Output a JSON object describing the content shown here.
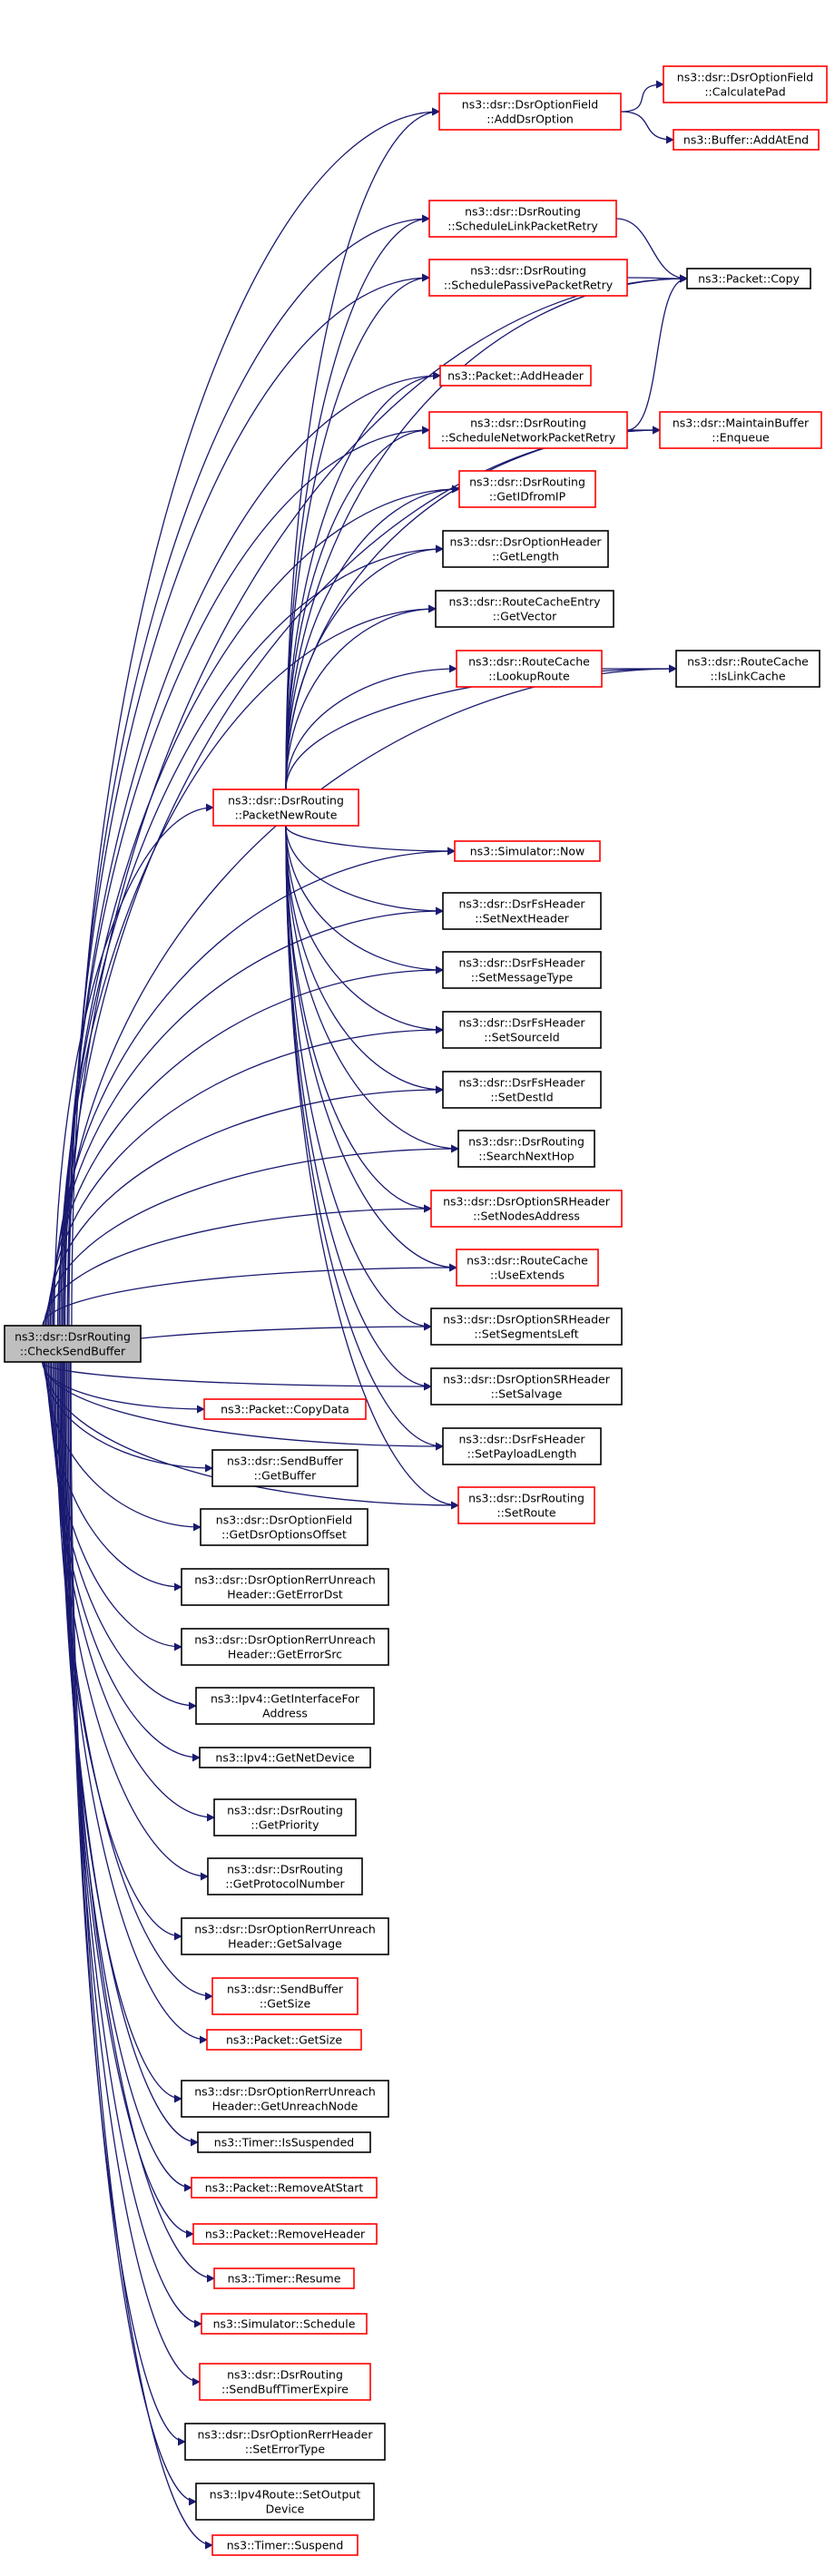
{
  "colors": {
    "edge": "#191970",
    "red_border": "#ff0000",
    "black_border": "#000000",
    "root_fill": "#bfbfbf",
    "node_fill": "#ffffff"
  },
  "nodes": [
    {
      "id": "root",
      "lines": [
        "ns3::dsr::DsrRouting",
        "::CheckSendBuffer"
      ],
      "style": "root"
    },
    {
      "id": "addDsrOption",
      "lines": [
        "ns3::dsr::DsrOptionField",
        "::AddDsrOption"
      ],
      "style": "red"
    },
    {
      "id": "calculatePad",
      "lines": [
        "ns3::dsr::DsrOptionField",
        "::CalculatePad"
      ],
      "style": "red"
    },
    {
      "id": "addAtEnd",
      "lines": [
        "ns3::Buffer::AddAtEnd"
      ],
      "style": "red"
    },
    {
      "id": "scheduleLink",
      "lines": [
        "ns3::dsr::DsrRouting",
        "::ScheduleLinkPacketRetry"
      ],
      "style": "red"
    },
    {
      "id": "schedulePassive",
      "lines": [
        "ns3::dsr::DsrRouting",
        "::SchedulePassivePacketRetry"
      ],
      "style": "red"
    },
    {
      "id": "packetCopy",
      "lines": [
        "ns3::Packet::Copy"
      ],
      "style": "black"
    },
    {
      "id": "addHeader",
      "lines": [
        "ns3::Packet::AddHeader"
      ],
      "style": "red"
    },
    {
      "id": "scheduleNetwork",
      "lines": [
        "ns3::dsr::DsrRouting",
        "::ScheduleNetworkPacketRetry"
      ],
      "style": "red"
    },
    {
      "id": "enqueue",
      "lines": [
        "ns3::dsr::MaintainBuffer",
        "::Enqueue"
      ],
      "style": "red"
    },
    {
      "id": "getIDfromIP",
      "lines": [
        "ns3::dsr::DsrRouting",
        "::GetIDfromIP"
      ],
      "style": "red"
    },
    {
      "id": "getLength",
      "lines": [
        "ns3::dsr::DsrOptionHeader",
        "::GetLength"
      ],
      "style": "black"
    },
    {
      "id": "getVector",
      "lines": [
        "ns3::dsr::RouteCacheEntry",
        "::GetVector"
      ],
      "style": "black"
    },
    {
      "id": "lookupRoute",
      "lines": [
        "ns3::dsr::RouteCache",
        "::LookupRoute"
      ],
      "style": "red"
    },
    {
      "id": "isLinkCache",
      "lines": [
        "ns3::dsr::RouteCache",
        "::IsLinkCache"
      ],
      "style": "black"
    },
    {
      "id": "packetNewRoute",
      "lines": [
        "ns3::dsr::DsrRouting",
        "::PacketNewRoute"
      ],
      "style": "red"
    },
    {
      "id": "simNow",
      "lines": [
        "ns3::Simulator::Now"
      ],
      "style": "red"
    },
    {
      "id": "setNextHeader",
      "lines": [
        "ns3::dsr::DsrFsHeader",
        "::SetNextHeader"
      ],
      "style": "black"
    },
    {
      "id": "setMessageType",
      "lines": [
        "ns3::dsr::DsrFsHeader",
        "::SetMessageType"
      ],
      "style": "black"
    },
    {
      "id": "setSourceId",
      "lines": [
        "ns3::dsr::DsrFsHeader",
        "::SetSourceId"
      ],
      "style": "black"
    },
    {
      "id": "setDestId",
      "lines": [
        "ns3::dsr::DsrFsHeader",
        "::SetDestId"
      ],
      "style": "black"
    },
    {
      "id": "searchNextHop",
      "lines": [
        "ns3::dsr::DsrRouting",
        "::SearchNextHop"
      ],
      "style": "black"
    },
    {
      "id": "setNodesAddress",
      "lines": [
        "ns3::dsr::DsrOptionSRHeader",
        "::SetNodesAddress"
      ],
      "style": "red"
    },
    {
      "id": "useExtends",
      "lines": [
        "ns3::dsr::RouteCache",
        "::UseExtends"
      ],
      "style": "red"
    },
    {
      "id": "setSegmentsLeft",
      "lines": [
        "ns3::dsr::DsrOptionSRHeader",
        "::SetSegmentsLeft"
      ],
      "style": "black"
    },
    {
      "id": "setSalvage",
      "lines": [
        "ns3::dsr::DsrOptionSRHeader",
        "::SetSalvage"
      ],
      "style": "black"
    },
    {
      "id": "setPayloadLength",
      "lines": [
        "ns3::dsr::DsrFsHeader",
        "::SetPayloadLength"
      ],
      "style": "black"
    },
    {
      "id": "setRoute",
      "lines": [
        "ns3::dsr::DsrRouting",
        "::SetRoute"
      ],
      "style": "red"
    },
    {
      "id": "copyData",
      "lines": [
        "ns3::Packet::CopyData"
      ],
      "style": "red"
    },
    {
      "id": "getBuffer",
      "lines": [
        "ns3::dsr::SendBuffer",
        "::GetBuffer"
      ],
      "style": "black"
    },
    {
      "id": "getDsrOptionsOffset",
      "lines": [
        "ns3::dsr::DsrOptionField",
        "::GetDsrOptionsOffset"
      ],
      "style": "black"
    },
    {
      "id": "getErrorDst",
      "lines": [
        "ns3::dsr::DsrOptionRerrUnreach",
        "Header::GetErrorDst"
      ],
      "style": "black"
    },
    {
      "id": "getErrorSrc",
      "lines": [
        "ns3::dsr::DsrOptionRerrUnreach",
        "Header::GetErrorSrc"
      ],
      "style": "black"
    },
    {
      "id": "getInterfaceFor",
      "lines": [
        "ns3::Ipv4::GetInterfaceFor",
        "Address"
      ],
      "style": "black"
    },
    {
      "id": "getNetDevice",
      "lines": [
        "ns3::Ipv4::GetNetDevice"
      ],
      "style": "black"
    },
    {
      "id": "getPriority",
      "lines": [
        "ns3::dsr::DsrRouting",
        "::GetPriority"
      ],
      "style": "black"
    },
    {
      "id": "getProtocolNumber",
      "lines": [
        "ns3::dsr::DsrRouting",
        "::GetProtocolNumber"
      ],
      "style": "black"
    },
    {
      "id": "getSalvageRerr",
      "lines": [
        "ns3::dsr::DsrOptionRerrUnreach",
        "Header::GetSalvage"
      ],
      "style": "black"
    },
    {
      "id": "sendBufferGetSize",
      "lines": [
        "ns3::dsr::SendBuffer",
        "::GetSize"
      ],
      "style": "red"
    },
    {
      "id": "packetGetSize",
      "lines": [
        "ns3::Packet::GetSize"
      ],
      "style": "red"
    },
    {
      "id": "getUnreachNode",
      "lines": [
        "ns3::dsr::DsrOptionRerrUnreach",
        "Header::GetUnreachNode"
      ],
      "style": "black"
    },
    {
      "id": "isSuspended",
      "lines": [
        "ns3::Timer::IsSuspended"
      ],
      "style": "black"
    },
    {
      "id": "removeAtStart",
      "lines": [
        "ns3::Packet::RemoveAtStart"
      ],
      "style": "red"
    },
    {
      "id": "removeHeader",
      "lines": [
        "ns3::Packet::RemoveHeader"
      ],
      "style": "red"
    },
    {
      "id": "timerResume",
      "lines": [
        "ns3::Timer::Resume"
      ],
      "style": "red"
    },
    {
      "id": "simSchedule",
      "lines": [
        "ns3::Simulator::Schedule"
      ],
      "style": "red"
    },
    {
      "id": "sendBuffTimerExpire",
      "lines": [
        "ns3::dsr::DsrRouting",
        "::SendBuffTimerExpire"
      ],
      "style": "red"
    },
    {
      "id": "setErrorType",
      "lines": [
        "ns3::dsr::DsrOptionRerrHeader",
        "::SetErrorType"
      ],
      "style": "black"
    },
    {
      "id": "setOutputDevice",
      "lines": [
        "ns3::Ipv4Route::SetOutput",
        "Device"
      ],
      "style": "black"
    },
    {
      "id": "timerSuspend",
      "lines": [
        "ns3::Timer::Suspend"
      ],
      "style": "red"
    }
  ],
  "edges": [
    [
      "root",
      "addDsrOption"
    ],
    [
      "root",
      "packetCopy"
    ],
    [
      "root",
      "enqueue"
    ],
    [
      "root",
      "scheduleLink"
    ],
    [
      "root",
      "schedulePassive"
    ],
    [
      "root",
      "isLinkCache"
    ],
    [
      "root",
      "addHeader"
    ],
    [
      "root",
      "scheduleNetwork"
    ],
    [
      "root",
      "getIDfromIP"
    ],
    [
      "root",
      "getLength"
    ],
    [
      "root",
      "getVector"
    ],
    [
      "root",
      "packetNewRoute"
    ],
    [
      "root",
      "simNow"
    ],
    [
      "root",
      "setNextHeader"
    ],
    [
      "root",
      "setMessageType"
    ],
    [
      "root",
      "setSourceId"
    ],
    [
      "root",
      "setDestId"
    ],
    [
      "root",
      "searchNextHop"
    ],
    [
      "root",
      "setNodesAddress"
    ],
    [
      "root",
      "useExtends"
    ],
    [
      "root",
      "setSegmentsLeft"
    ],
    [
      "root",
      "setSalvage"
    ],
    [
      "root",
      "setPayloadLength"
    ],
    [
      "root",
      "setRoute"
    ],
    [
      "root",
      "copyData"
    ],
    [
      "root",
      "getBuffer"
    ],
    [
      "root",
      "getDsrOptionsOffset"
    ],
    [
      "root",
      "getErrorDst"
    ],
    [
      "root",
      "getErrorSrc"
    ],
    [
      "root",
      "getInterfaceFor"
    ],
    [
      "root",
      "getNetDevice"
    ],
    [
      "root",
      "getPriority"
    ],
    [
      "root",
      "getProtocolNumber"
    ],
    [
      "root",
      "getSalvageRerr"
    ],
    [
      "root",
      "sendBufferGetSize"
    ],
    [
      "root",
      "packetGetSize"
    ],
    [
      "root",
      "getUnreachNode"
    ],
    [
      "root",
      "isSuspended"
    ],
    [
      "root",
      "removeAtStart"
    ],
    [
      "root",
      "removeHeader"
    ],
    [
      "root",
      "timerResume"
    ],
    [
      "root",
      "simSchedule"
    ],
    [
      "root",
      "sendBuffTimerExpire"
    ],
    [
      "root",
      "setErrorType"
    ],
    [
      "root",
      "setOutputDevice"
    ],
    [
      "root",
      "timerSuspend"
    ],
    [
      "addDsrOption",
      "calculatePad"
    ],
    [
      "addDsrOption",
      "addAtEnd"
    ],
    [
      "scheduleLink",
      "packetCopy"
    ],
    [
      "schedulePassive",
      "packetCopy"
    ],
    [
      "scheduleNetwork",
      "packetCopy"
    ],
    [
      "scheduleNetwork",
      "enqueue"
    ],
    [
      "lookupRoute",
      "isLinkCache"
    ],
    [
      "packetNewRoute",
      "addDsrOption"
    ],
    [
      "packetNewRoute",
      "scheduleLink"
    ],
    [
      "packetNewRoute",
      "schedulePassive"
    ],
    [
      "packetNewRoute",
      "addHeader"
    ],
    [
      "packetNewRoute",
      "scheduleNetwork"
    ],
    [
      "packetNewRoute",
      "getIDfromIP"
    ],
    [
      "packetNewRoute",
      "getLength"
    ],
    [
      "packetNewRoute",
      "getVector"
    ],
    [
      "packetNewRoute",
      "lookupRoute"
    ],
    [
      "packetNewRoute",
      "packetCopy"
    ],
    [
      "packetNewRoute",
      "enqueue"
    ],
    [
      "packetNewRoute",
      "isLinkCache"
    ],
    [
      "packetNewRoute",
      "simNow"
    ],
    [
      "packetNewRoute",
      "setNextHeader"
    ],
    [
      "packetNewRoute",
      "setMessageType"
    ],
    [
      "packetNewRoute",
      "setSourceId"
    ],
    [
      "packetNewRoute",
      "setDestId"
    ],
    [
      "packetNewRoute",
      "searchNextHop"
    ],
    [
      "packetNewRoute",
      "setNodesAddress"
    ],
    [
      "packetNewRoute",
      "useExtends"
    ],
    [
      "packetNewRoute",
      "setSegmentsLeft"
    ],
    [
      "packetNewRoute",
      "setSalvage"
    ],
    [
      "packetNewRoute",
      "setPayloadLength"
    ],
    [
      "packetNewRoute",
      "setRoute"
    ]
  ]
}
